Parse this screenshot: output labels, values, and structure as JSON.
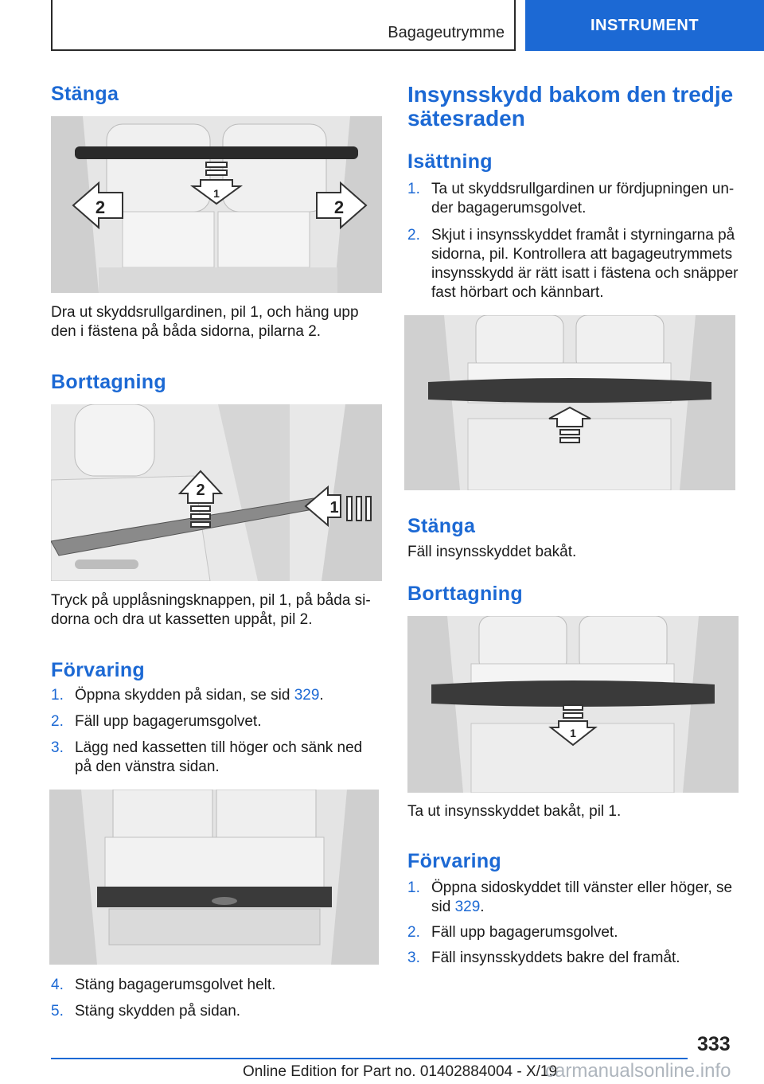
{
  "header": {
    "section": "Bagageutrymme",
    "tab": "INSTRUMENT"
  },
  "left": {
    "stanga": {
      "heading": "Stänga",
      "text": "Dra ut skyddsrullgardinen, pil 1, och häng upp den i fästena på båda sidorna, pilarna 2."
    },
    "borttagning": {
      "heading": "Borttagning",
      "text": "Tryck på upplåsningsknappen, pil 1, på båda si-dorna och dra ut kassetten uppåt, pil 2."
    },
    "forvaring": {
      "heading": "Förvaring",
      "items": [
        {
          "num": "1.",
          "text": "Öppna skydden på sidan, se sid ",
          "link": "329",
          "tail": "."
        },
        {
          "num": "2.",
          "text": "Fäll upp bagagerumsgolvet."
        },
        {
          "num": "3.",
          "text": "Lägg ned kassetten till höger och sänk ned på den vänstra sidan."
        },
        {
          "num": "4.",
          "text": "Stäng bagagerumsgolvet helt."
        },
        {
          "num": "5.",
          "text": "Stäng skydden på sidan."
        }
      ]
    }
  },
  "right": {
    "title": "Insynsskydd bakom den tredje sätesraden",
    "isattning": {
      "heading": "Isättning",
      "items": [
        {
          "num": "1.",
          "text": "Ta ut skyddsrullgardinen ur fördjupningen un-der bagagerumsgolvet."
        },
        {
          "num": "2.",
          "text": "Skjut i insynsskyddet framåt i styrningarna på sidorna, pil. Kontrollera att bagageutrymmets insynsskydd är rätt isatt i fästena och snäpper fast hörbart och kännbart."
        }
      ]
    },
    "stanga": {
      "heading": "Stänga",
      "text": "Fäll insynsskyddet bakåt."
    },
    "borttagning": {
      "heading": "Borttagning",
      "text": "Ta ut insynsskyddet bakåt, pil 1."
    },
    "forvaring": {
      "heading": "Förvaring",
      "items": [
        {
          "num": "1.",
          "text": "Öppna sidoskyddet till vänster eller höger, se sid ",
          "link": "329",
          "tail": "."
        },
        {
          "num": "2.",
          "text": "Fäll upp bagagerumsgolvet."
        },
        {
          "num": "3.",
          "text": "Fäll insynsskyddets bakre del framåt."
        }
      ]
    }
  },
  "figures": {
    "fig1_arrows": [
      "1",
      "2",
      "2"
    ],
    "fig2_arrows": [
      "2",
      "1"
    ],
    "fig6_arrows": [
      "1"
    ]
  },
  "footer": {
    "page": "333",
    "edition": "Online Edition for Part no. 01402884004 - X/19",
    "watermark": "carmanualsonline.info"
  }
}
